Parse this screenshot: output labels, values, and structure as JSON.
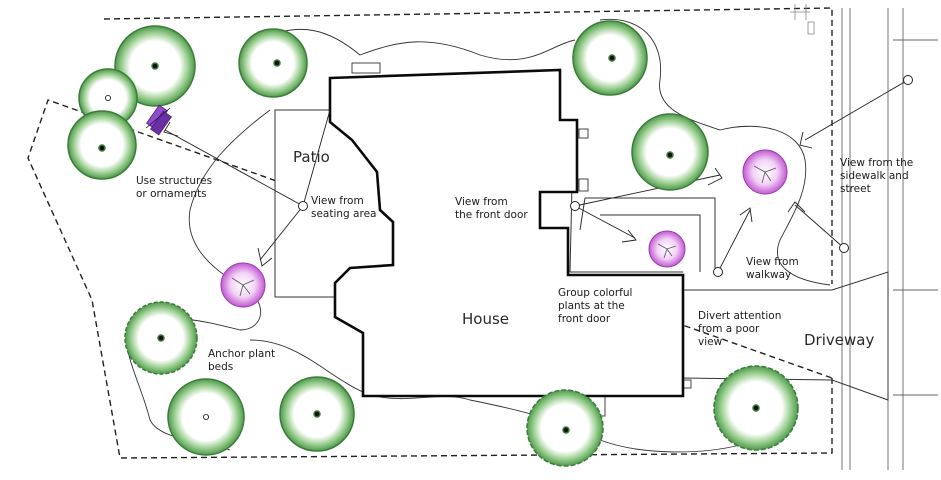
{
  "labels": {
    "patio": "Patio",
    "house": "House",
    "driveway": "Driveway",
    "structures": [
      "Use structures",
      "or ornaments"
    ],
    "seating": [
      "View from",
      "seating area"
    ],
    "front_door": [
      "View from",
      "the front door"
    ],
    "group_colorful": [
      "Group colorful",
      "plants at the",
      "front door"
    ],
    "walkway": [
      "View from",
      "walkway"
    ],
    "sidewalk": [
      "View from the",
      "sidewalk and",
      "street"
    ],
    "divert": [
      "Divert attention",
      "from a poor",
      "view"
    ],
    "anchor": [
      "Anchor plant",
      "beds"
    ]
  },
  "colors": {
    "tree_green": "#5fa65a",
    "accent_purple": "#b14fc5",
    "outline": "#111111"
  }
}
